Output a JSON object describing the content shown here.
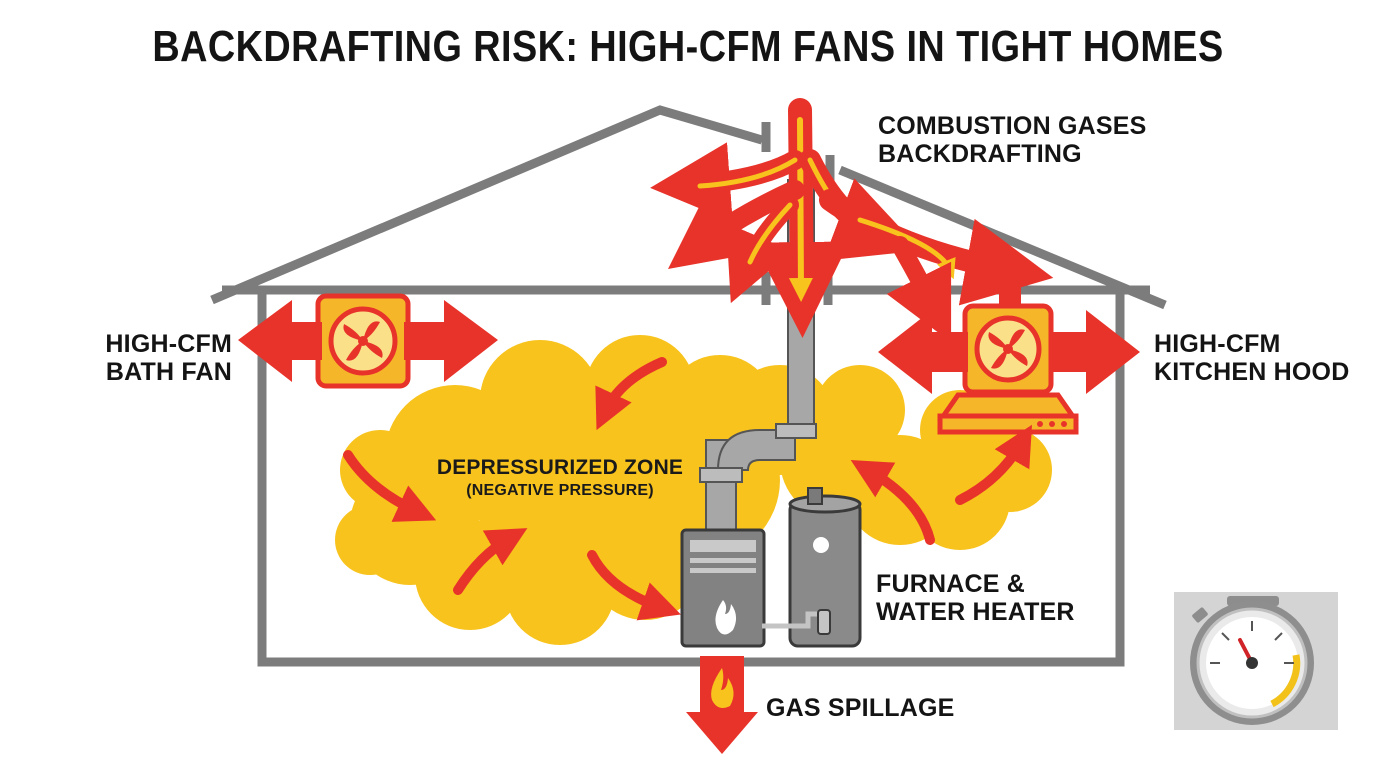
{
  "title": "BACKDRAFTING RISK: HIGH-CFM FANS IN TIGHT HOMES",
  "labels": {
    "combustion": [
      "COMBUSTION GASES",
      "BACKDRAFTING"
    ],
    "bath_fan": [
      "HIGH-CFM",
      "BATH FAN"
    ],
    "kitchen_hood": [
      "HIGH-CFM",
      "KITCHEN HOOD"
    ],
    "zone": [
      "DEPRESSURIZED ZONE",
      "(NEGATIVE PRESSURE)"
    ],
    "appliances": [
      "FURNACE &",
      "WATER HEATER"
    ],
    "gas_spillage": "GAS SPILLAGE"
  },
  "colors": {
    "red": "#e8332a",
    "yellow": "#f8c31d",
    "house_gray": "#7c7c7c",
    "text": "#141414",
    "fan_yellow": "#f6b62a"
  },
  "icons": [
    "bath-fan-icon",
    "kitchen-hood-fan-icon",
    "furnace-icon",
    "water-heater-icon",
    "flame-icon",
    "pressure-gauge-icon"
  ]
}
